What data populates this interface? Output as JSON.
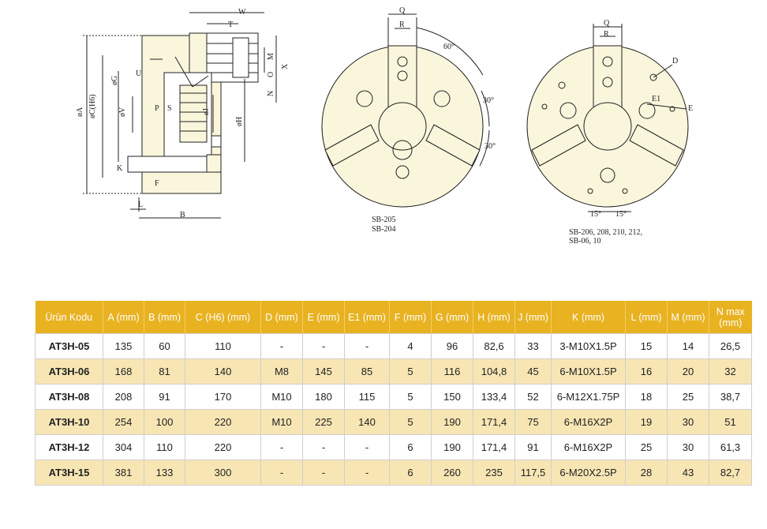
{
  "drawings": {
    "side_labels": [
      "W",
      "T",
      "M",
      "O",
      "N",
      "X",
      "U",
      "øG",
      "øA",
      "øC(H6)",
      "øV",
      "P",
      "S",
      "øJ",
      "øH",
      "K",
      "F",
      "L",
      "B"
    ],
    "front_left": {
      "labels": [
        "Q",
        "R",
        "60°",
        "30°",
        "30°"
      ],
      "caption": [
        "SB-205",
        "SB-204"
      ]
    },
    "front_right": {
      "labels": [
        "Q",
        "R",
        "D",
        "E1",
        "E",
        "15°",
        "15°"
      ],
      "caption": [
        "SB-206,  208,  210,  212,",
        "SB-06,  10"
      ]
    }
  },
  "table": {
    "headers": [
      "Ürün Kodu",
      "A (mm)",
      "B (mm)",
      "C (H6) (mm)",
      "D (mm)",
      "E (mm)",
      "E1 (mm)",
      "F (mm)",
      "G (mm)",
      "H (mm)",
      "J (mm)",
      "K (mm)",
      "L (mm)",
      "M (mm)",
      "N max (mm)"
    ],
    "rows": [
      [
        "AT3H-05",
        "135",
        "60",
        "110",
        "-",
        "-",
        "-",
        "4",
        "96",
        "82,6",
        "33",
        "3-M10X1.5P",
        "15",
        "14",
        "26,5"
      ],
      [
        "AT3H-06",
        "168",
        "81",
        "140",
        "M8",
        "145",
        "85",
        "5",
        "116",
        "104,8",
        "45",
        "6-M10X1.5P",
        "16",
        "20",
        "32"
      ],
      [
        "AT3H-08",
        "208",
        "91",
        "170",
        "M10",
        "180",
        "115",
        "5",
        "150",
        "133,4",
        "52",
        "6-M12X1.75P",
        "18",
        "25",
        "38,7"
      ],
      [
        "AT3H-10",
        "254",
        "100",
        "220",
        "M10",
        "225",
        "140",
        "5",
        "190",
        "171,4",
        "75",
        "6-M16X2P",
        "19",
        "30",
        "51"
      ],
      [
        "AT3H-12",
        "304",
        "110",
        "220",
        "-",
        "-",
        "-",
        "6",
        "190",
        "171,4",
        "91",
        "6-M16X2P",
        "25",
        "30",
        "61,3"
      ],
      [
        "AT3H-15",
        "381",
        "133",
        "300",
        "-",
        "-",
        "-",
        "6",
        "260",
        "235",
        "117,5",
        "6-M20X2.5P",
        "28",
        "43",
        "82,7"
      ]
    ]
  }
}
